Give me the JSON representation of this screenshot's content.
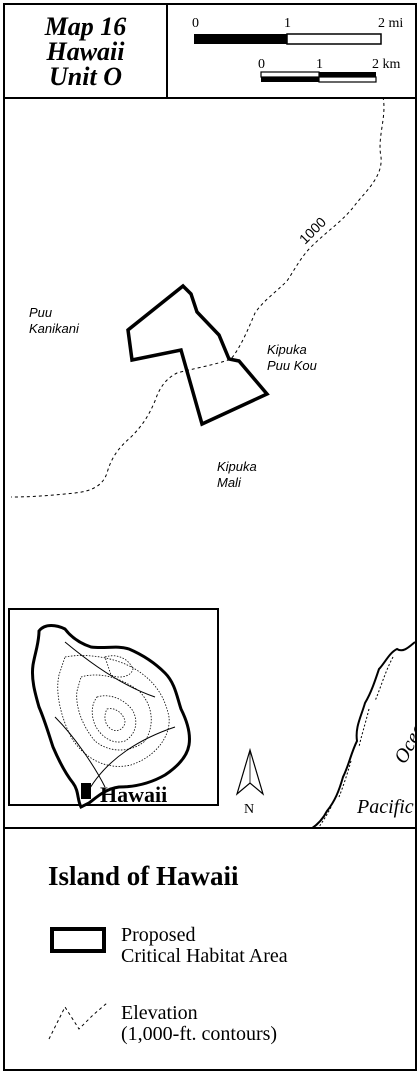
{
  "title": {
    "line1": "Map 16",
    "line2": "Hawaii",
    "line3": "Unit O"
  },
  "scale": {
    "miles": {
      "ticks": [
        "0",
        "1",
        "2 mi"
      ]
    },
    "km": {
      "ticks": [
        "0",
        "1",
        "2 km"
      ]
    }
  },
  "map": {
    "contour_label": "1000",
    "places": {
      "puu_kanikani": [
        "Puu",
        "Kanikani"
      ],
      "kipuka_puu_kou": [
        "Kipuka",
        "Puu Kou"
      ],
      "kipuka_mali": [
        "Kipuka",
        "Mali"
      ]
    },
    "inset_label": "Hawaii",
    "north_label": "N",
    "ocean_label": [
      "Pacific",
      "Ocean"
    ]
  },
  "legend": {
    "title": "Island of Hawaii",
    "habitat": [
      "Proposed",
      "Critical Habitat Area"
    ],
    "elevation": [
      "Elevation",
      "(1,000-ft. contours)"
    ]
  }
}
